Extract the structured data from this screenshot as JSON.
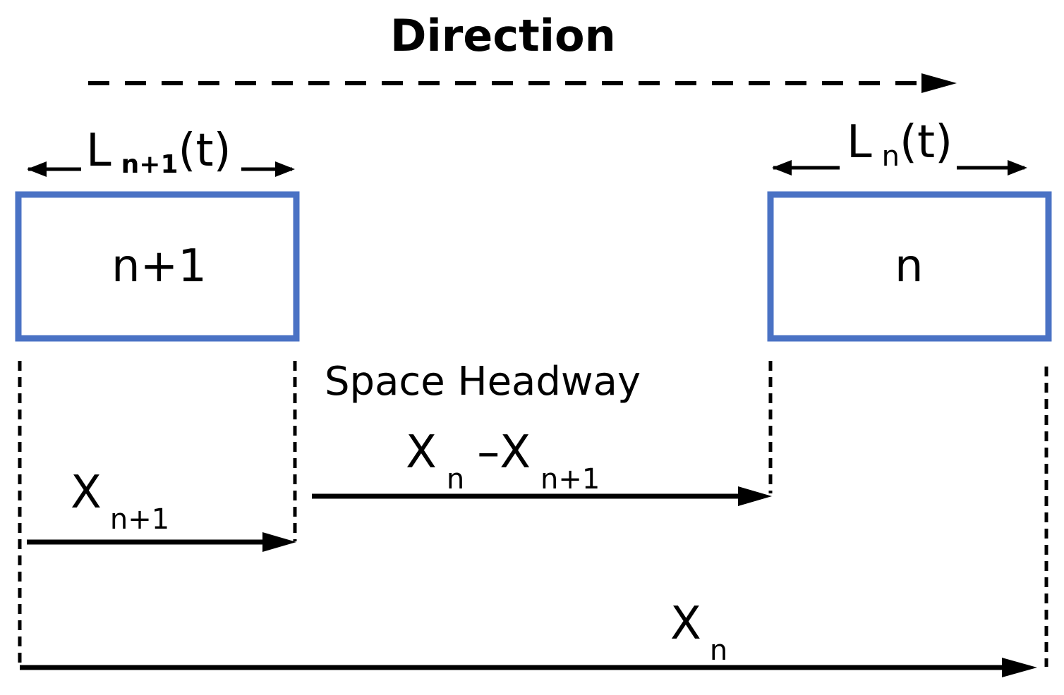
{
  "title": "Direction",
  "vehicles": {
    "follower": {
      "label": "n+1"
    },
    "leader": {
      "label": "n"
    }
  },
  "length_follower": {
    "main": "L",
    "sub": "n+1",
    "suffix": "(t)"
  },
  "length_leader": {
    "main": "L",
    "sub": "n",
    "suffix": "(t)"
  },
  "headway": {
    "caption": "Space Headway",
    "x1": "X",
    "s1": "n",
    "minus": "–",
    "x2": "X",
    "s2": "n+1"
  },
  "pos_follower": {
    "main": "X",
    "sub": "n+1"
  },
  "pos_leader": {
    "main": "X",
    "sub": "n"
  },
  "colors": {
    "box": "#4a72c4",
    "ink": "#000000"
  }
}
